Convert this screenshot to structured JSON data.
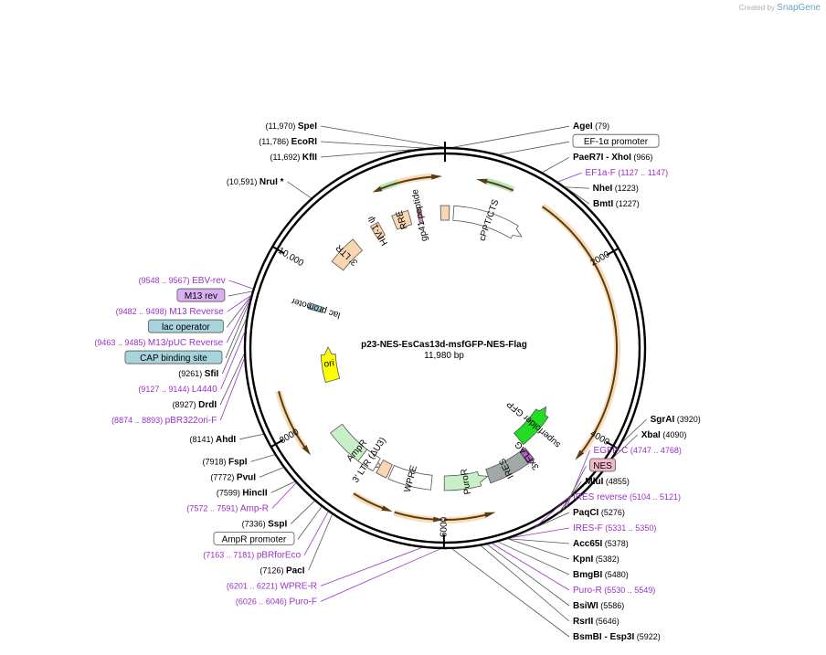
{
  "credit": {
    "prefix": "Created by",
    "brand": "SnapGene"
  },
  "plasmid": {
    "name": "p23-NES-EsCas13d-msfGFP-NES-Flag",
    "size_label": "11,980 bp",
    "length": 11980
  },
  "ticks": [
    {
      "bp": 0,
      "label": ""
    },
    {
      "bp": 2000,
      "label": "2000"
    },
    {
      "bp": 4000,
      "label": "4000"
    },
    {
      "bp": 6000,
      "label": "6000"
    },
    {
      "bp": 8000,
      "label": "8000"
    },
    {
      "bp": 10000,
      "label": "10,000"
    }
  ],
  "ring_features": [
    {
      "name": "AmpR",
      "start": 6910,
      "end": 7770,
      "dir": -1,
      "track": 1,
      "color": "#c8f0c8",
      "label": "AmpR"
    },
    {
      "name": "3' LTR (ΔU3)",
      "start": 7000,
      "end": 7240,
      "dir": 0,
      "track": 1,
      "color": "#ffffff",
      "label": "3′ LTR (ΔU3)"
    },
    {
      "name": "WPRE",
      "start": 6180,
      "end": 6770,
      "dir": 0,
      "track": 1,
      "color": "#ffffff",
      "label": "WPRE"
    },
    {
      "name": "WPRE-box",
      "start": 6800,
      "end": 6950,
      "dir": 0,
      "track": 1,
      "color": "#f8d6b0",
      "label": ""
    },
    {
      "name": "PuroR",
      "start": 5380,
      "end": 6000,
      "dir": -1,
      "track": 1,
      "color": "#c8f0c8",
      "label": "PuroR"
    },
    {
      "name": "IRES",
      "start": 4800,
      "end": 5370,
      "dir": 0,
      "track": 1,
      "color": "#a0a8a8",
      "label": "IRES"
    },
    {
      "name": "3xFLAG",
      "start": 4700,
      "end": 4790,
      "dir": 0,
      "track": 1,
      "color": "#b060c0",
      "label": "3xFLAG"
    },
    {
      "name": "superfolder GFP",
      "start": 4000,
      "end": 4690,
      "dir": -1,
      "track": 2,
      "color": "#22dd22",
      "label": "superfolder GFP"
    },
    {
      "name": "cPPT/CTS",
      "start": 120,
      "end": 1150,
      "dir": 1,
      "track": 1,
      "color": "#ffffff",
      "label": "cPPT/CTS"
    },
    {
      "name": "cPPT-box",
      "start": 11920,
      "end": 60,
      "dir": 0,
      "track": 1,
      "color": "#f8d6b0",
      "label": ""
    },
    {
      "name": "RRE",
      "start": 11250,
      "end": 11480,
      "dir": 0,
      "track": 1,
      "color": "#f8d6b0",
      "label": "RRE"
    },
    {
      "name": "gp41 peptide",
      "start": 11600,
      "end": 11650,
      "dir": 0,
      "track": 1,
      "color": "#d98fb0",
      "label": "gp41 peptide"
    },
    {
      "name": "HIV-1 ψ",
      "start": 10930,
      "end": 11050,
      "dir": 0,
      "track": 1,
      "color": "#f8d6b0",
      "label": "HIV-1 ψ"
    },
    {
      "name": "3' LTR",
      "start": 10230,
      "end": 10640,
      "dir": 0,
      "track": 1,
      "color": "#f8d6b0",
      "label": "3′ LTR"
    },
    {
      "name": "lac promoter",
      "start": 9520,
      "end": 9600,
      "dir": 0,
      "track": 1,
      "color": "#a0ccd8",
      "label": "lac promoter"
    },
    {
      "name": "ori",
      "start": 8450,
      "end": 9000,
      "dir": 1,
      "track": 2,
      "color": "#ffff00",
      "label": "ori"
    }
  ],
  "inner_arrows": [
    {
      "start": 350,
      "end": 780,
      "dir": -1,
      "track": 0,
      "color": "#33bb33"
    },
    {
      "start": 11150,
      "end": 11450,
      "dir": -1,
      "track": 0,
      "color": "#33bb33"
    },
    {
      "start": 11450,
      "end": 11950,
      "dir": 1,
      "track": 0,
      "color": "#e89a30"
    },
    {
      "start": 5420,
      "end": 6000,
      "dir": -1,
      "track": 0,
      "color": "#e89a30"
    },
    {
      "start": 6000,
      "end": 6560,
      "dir": -1,
      "track": 0,
      "color": "#e89a30"
    },
    {
      "start": 6580,
      "end": 7060,
      "dir": -1,
      "track": 0,
      "color": "#e89a30"
    },
    {
      "start": 7700,
      "end": 8500,
      "dir": -1,
      "track": 0,
      "color": "#e89a30"
    },
    {
      "start": 1150,
      "end": 4350,
      "dir": 1,
      "track": 0,
      "color": "#e89a30"
    }
  ],
  "labels": [
    {
      "side": "left",
      "bp": 11692,
      "name": "KfII",
      "coord": "(11,692)",
      "kind": "enzyme"
    },
    {
      "side": "left",
      "bp": 11786,
      "name": "EcoRI",
      "coord": "(11,786)",
      "kind": "enzyme"
    },
    {
      "side": "left",
      "bp": 11970,
      "name": "SpeI",
      "coord": "(11,970)",
      "kind": "enzyme"
    },
    {
      "side": "right",
      "bp": 79,
      "name": "AgeI",
      "coord": "(79)",
      "kind": "enzyme"
    },
    {
      "side": "right",
      "bp": 520,
      "name": "EF-1α promoter",
      "coord": "",
      "kind": "feature-white"
    },
    {
      "side": "right",
      "bp": 966,
      "name": "PaeR7I - XhoI",
      "coord": "(966)",
      "kind": "enzyme"
    },
    {
      "side": "right",
      "bp": 1137,
      "name": "EF1a-F",
      "coord": "(1127 .. 1147)",
      "kind": "primer"
    },
    {
      "side": "right",
      "bp": 1223,
      "name": "NheI",
      "coord": "(1223)",
      "kind": "enzyme"
    },
    {
      "side": "right",
      "bp": 1227,
      "name": "BmtI",
      "coord": "(1227)",
      "kind": "enzyme"
    },
    {
      "side": "left",
      "bp": 10591,
      "name": "NruI *",
      "coord": "(10,591)",
      "kind": "enzyme"
    },
    {
      "side": "left",
      "bp": 9557,
      "name": "EBV-rev",
      "coord": "(9548 .. 9567)",
      "kind": "primer"
    },
    {
      "side": "left",
      "bp": 9530,
      "name": "M13 rev",
      "coord": "",
      "kind": "feature-purple"
    },
    {
      "side": "left",
      "bp": 9490,
      "name": "M13 Reverse",
      "coord": "(9482 .. 9498)",
      "kind": "primer"
    },
    {
      "side": "left",
      "bp": 9480,
      "name": "lac operator",
      "coord": "",
      "kind": "feature-teal"
    },
    {
      "side": "left",
      "bp": 9474,
      "name": "M13/pUC Reverse",
      "coord": "(9463 .. 9485)",
      "kind": "primer"
    },
    {
      "side": "left",
      "bp": 9430,
      "name": "CAP binding site",
      "coord": "",
      "kind": "feature-teal"
    },
    {
      "side": "left",
      "bp": 9261,
      "name": "SfiI",
      "coord": "(9261)",
      "kind": "enzyme"
    },
    {
      "side": "left",
      "bp": 9135,
      "name": "L4440",
      "coord": "(9127 .. 9144)",
      "kind": "primer"
    },
    {
      "side": "left",
      "bp": 8927,
      "name": "DrdI",
      "coord": "(8927)",
      "kind": "enzyme"
    },
    {
      "side": "left",
      "bp": 8883,
      "name": "pBR322ori-F",
      "coord": "(8874 .. 8893)",
      "kind": "primer"
    },
    {
      "side": "right",
      "bp": 3920,
      "name": "SgrAI",
      "coord": "(3920)",
      "kind": "enzyme"
    },
    {
      "side": "right",
      "bp": 4090,
      "name": "XbaI",
      "coord": "(4090)",
      "kind": "enzyme"
    },
    {
      "side": "right",
      "bp": 4757,
      "name": "EGFP-C",
      "coord": "(4747 .. 4768)",
      "kind": "primer"
    },
    {
      "side": "right",
      "bp": 4800,
      "name": "NES",
      "coord": "",
      "kind": "feature-pink"
    },
    {
      "side": "right",
      "bp": 4855,
      "name": "MluI",
      "coord": "(4855)",
      "kind": "enzyme"
    },
    {
      "side": "right",
      "bp": 5112,
      "name": "IRES reverse",
      "coord": "(5104 .. 5121)",
      "kind": "primer"
    },
    {
      "side": "right",
      "bp": 5276,
      "name": "PaqCI",
      "coord": "(5276)",
      "kind": "enzyme"
    },
    {
      "side": "right",
      "bp": 5340,
      "name": "IRES-F",
      "coord": "(5331 .. 5350)",
      "kind": "primer"
    },
    {
      "side": "right",
      "bp": 5378,
      "name": "Acc65I",
      "coord": "(5378)",
      "kind": "enzyme"
    },
    {
      "side": "right",
      "bp": 5382,
      "name": "KpnI",
      "coord": "(5382)",
      "kind": "enzyme"
    },
    {
      "side": "right",
      "bp": 5480,
      "name": "BmgBI",
      "coord": "(5480)",
      "kind": "enzyme"
    },
    {
      "side": "right",
      "bp": 5540,
      "name": "Puro-R",
      "coord": "(5530 .. 5549)",
      "kind": "primer"
    },
    {
      "side": "right",
      "bp": 5586,
      "name": "BsiWI",
      "coord": "(5586)",
      "kind": "enzyme"
    },
    {
      "side": "right",
      "bp": 5646,
      "name": "RsrII",
      "coord": "(5646)",
      "kind": "enzyme"
    },
    {
      "side": "right",
      "bp": 5922,
      "name": "BsmBI - Esp3I",
      "coord": "(5922)",
      "kind": "enzyme"
    },
    {
      "side": "left",
      "bp": 6036,
      "name": "Puro-F",
      "coord": "(6026 .. 6046)",
      "kind": "primer"
    },
    {
      "side": "left",
      "bp": 6211,
      "name": "WPRE-R",
      "coord": "(6201 .. 6221)",
      "kind": "primer"
    },
    {
      "side": "left",
      "bp": 7126,
      "name": "PacI",
      "coord": "(7126)",
      "kind": "enzyme"
    },
    {
      "side": "left",
      "bp": 7172,
      "name": "pBRforEco",
      "coord": "(7163 .. 7181)",
      "kind": "primer"
    },
    {
      "side": "left",
      "bp": 7250,
      "name": "AmpR promoter",
      "coord": "",
      "kind": "feature-white"
    },
    {
      "side": "left",
      "bp": 7336,
      "name": "SspI",
      "coord": "(7336)",
      "kind": "enzyme"
    },
    {
      "side": "left",
      "bp": 7581,
      "name": "Amp-R",
      "coord": "(7572 .. 7591)",
      "kind": "primer"
    },
    {
      "side": "left",
      "bp": 7599,
      "name": "HincII",
      "coord": "(7599)",
      "kind": "enzyme"
    },
    {
      "side": "left",
      "bp": 7772,
      "name": "PvuI",
      "coord": "(7772)",
      "kind": "enzyme"
    },
    {
      "side": "left",
      "bp": 7918,
      "name": "FspI",
      "coord": "(7918)",
      "kind": "enzyme"
    },
    {
      "side": "left",
      "bp": 8141,
      "name": "AhdI",
      "coord": "(8141)",
      "kind": "enzyme"
    }
  ]
}
